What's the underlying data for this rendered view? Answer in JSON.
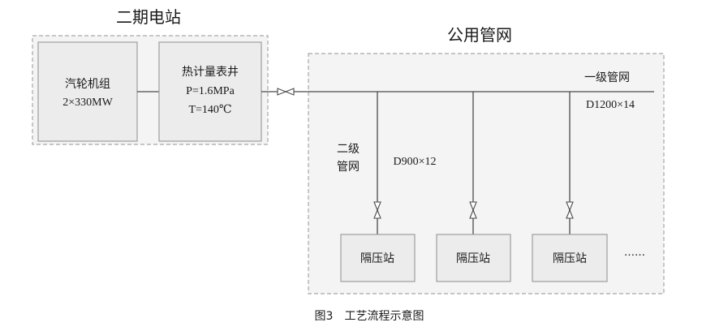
{
  "phase2_station": {
    "title": "二期电站",
    "turbine": {
      "line1": "汽轮机组",
      "line2": "2×330MW"
    },
    "meter_well": {
      "line1": "热计量表井",
      "line2": "P=1.6MPa",
      "line3": "T=140℃"
    }
  },
  "public_network": {
    "title": "公用管网",
    "primary_label": "一级管网",
    "primary_spec": "D1200×14",
    "secondary_label_line1": "二级",
    "secondary_label_line2": "管网",
    "secondary_spec": "D900×12",
    "stations": [
      "隔压站",
      "隔压站",
      "隔压站"
    ],
    "ellipsis": "……"
  },
  "caption": "图3　工艺流程示意图"
}
